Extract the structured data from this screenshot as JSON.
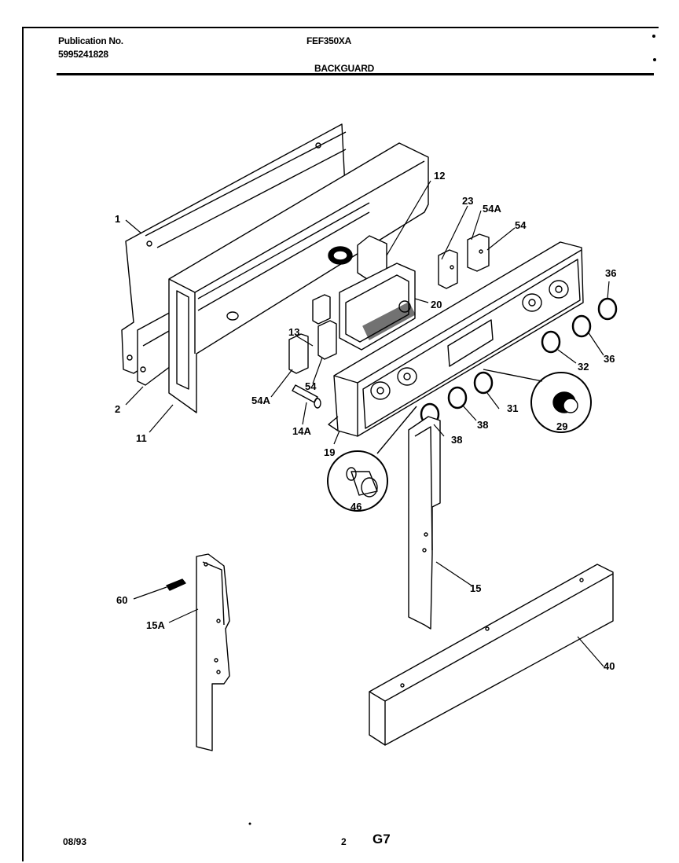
{
  "header": {
    "publication_label": "Publication No.",
    "publication_number": "5995241828",
    "model": "FEF350XA",
    "section": "BACKGUARD"
  },
  "footer": {
    "date": "08/93",
    "page": "2",
    "code": "G7"
  },
  "callouts": {
    "c1": "1",
    "c2": "2",
    "c11": "11",
    "c12": "12",
    "c13": "13",
    "c14a": "14A",
    "c15": "15",
    "c15a": "15A",
    "c19": "19",
    "c20": "20",
    "c23": "23",
    "c29": "29",
    "c31": "31",
    "c32": "32",
    "c36a": "36",
    "c36b": "36",
    "c38a": "38",
    "c38b": "38",
    "c40": "40",
    "c46": "46",
    "c54a": "54A",
    "c54b": "54",
    "c54c": "54A",
    "c54d": "54",
    "c60": "60"
  }
}
